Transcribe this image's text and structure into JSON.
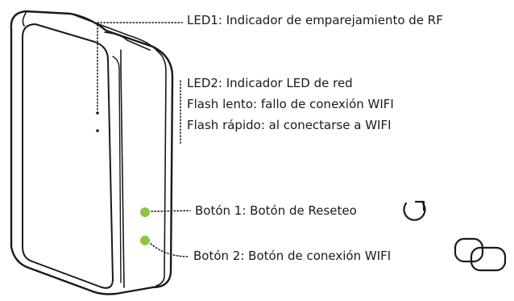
{
  "labels": {
    "led1": "LED1: Indicador de emparejamiento de RF",
    "led2_title": "LED2: Indicador LED de red",
    "led2_slow": "Flash lento: fallo de conexión WIFI",
    "led2_fast": "Flash rápido: al conectarse a WIFI",
    "button1": "Botón 1: Botón de Reseteo",
    "button2": "Botón 2: Botón de conexión WIFI"
  },
  "icons": {
    "button1": "reset-icon",
    "button2": "link-icon"
  },
  "colors": {
    "outline": "#1a1a1a",
    "button_dot": "#8dc63f",
    "text": "#1a1a1a"
  }
}
